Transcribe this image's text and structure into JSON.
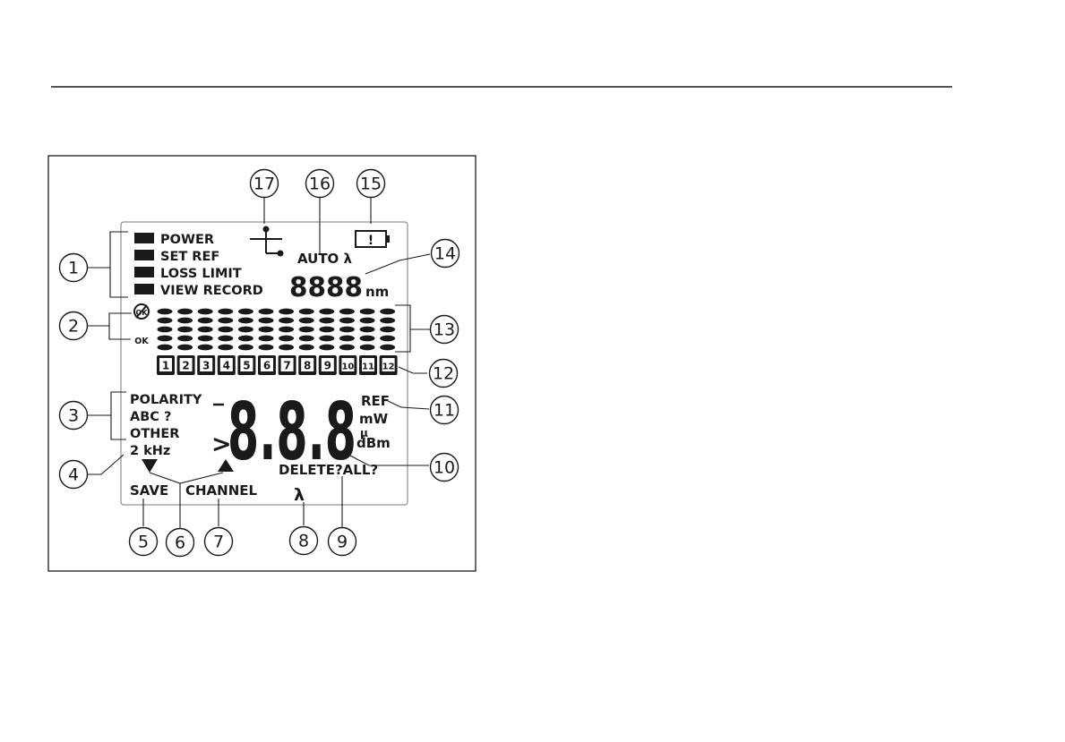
{
  "mode_labels": [
    "POWER",
    "SET REF",
    "LOSS LIMIT",
    "VIEW RECORD"
  ],
  "ok_label": "OK",
  "ok_crossed_label": "OK",
  "test_labels": [
    "POLARITY",
    "ABC ?",
    "OTHER"
  ],
  "tone_label": "2 kHz",
  "save_label": "SAVE",
  "channel_label": "CHANNEL",
  "lambda_label": "λ",
  "delete_label": "DELETE?ALL?",
  "auto_label": "AUTO λ",
  "wavelength_digits": "8888",
  "wavelength_unit": "nm",
  "main_digits": "8.8.8",
  "units": {
    "ref": "REF",
    "mw": "mW",
    "micro": "μ",
    "dbm": "dBm"
  },
  "channels": [
    "1",
    "2",
    "3",
    "4",
    "5",
    "6",
    "7",
    "8",
    "9",
    "10",
    "11",
    "12"
  ],
  "icons": {
    "network": "network-icon",
    "battery": "battery-warning-icon",
    "down_arrow": "triangle-down-icon",
    "up_arrow": "triangle-up-icon",
    "gt": "greater-than-icon"
  },
  "callouts": [
    "1",
    "2",
    "3",
    "4",
    "5",
    "6",
    "7",
    "8",
    "9",
    "10",
    "11",
    "12",
    "13",
    "14",
    "15",
    "16",
    "17"
  ]
}
